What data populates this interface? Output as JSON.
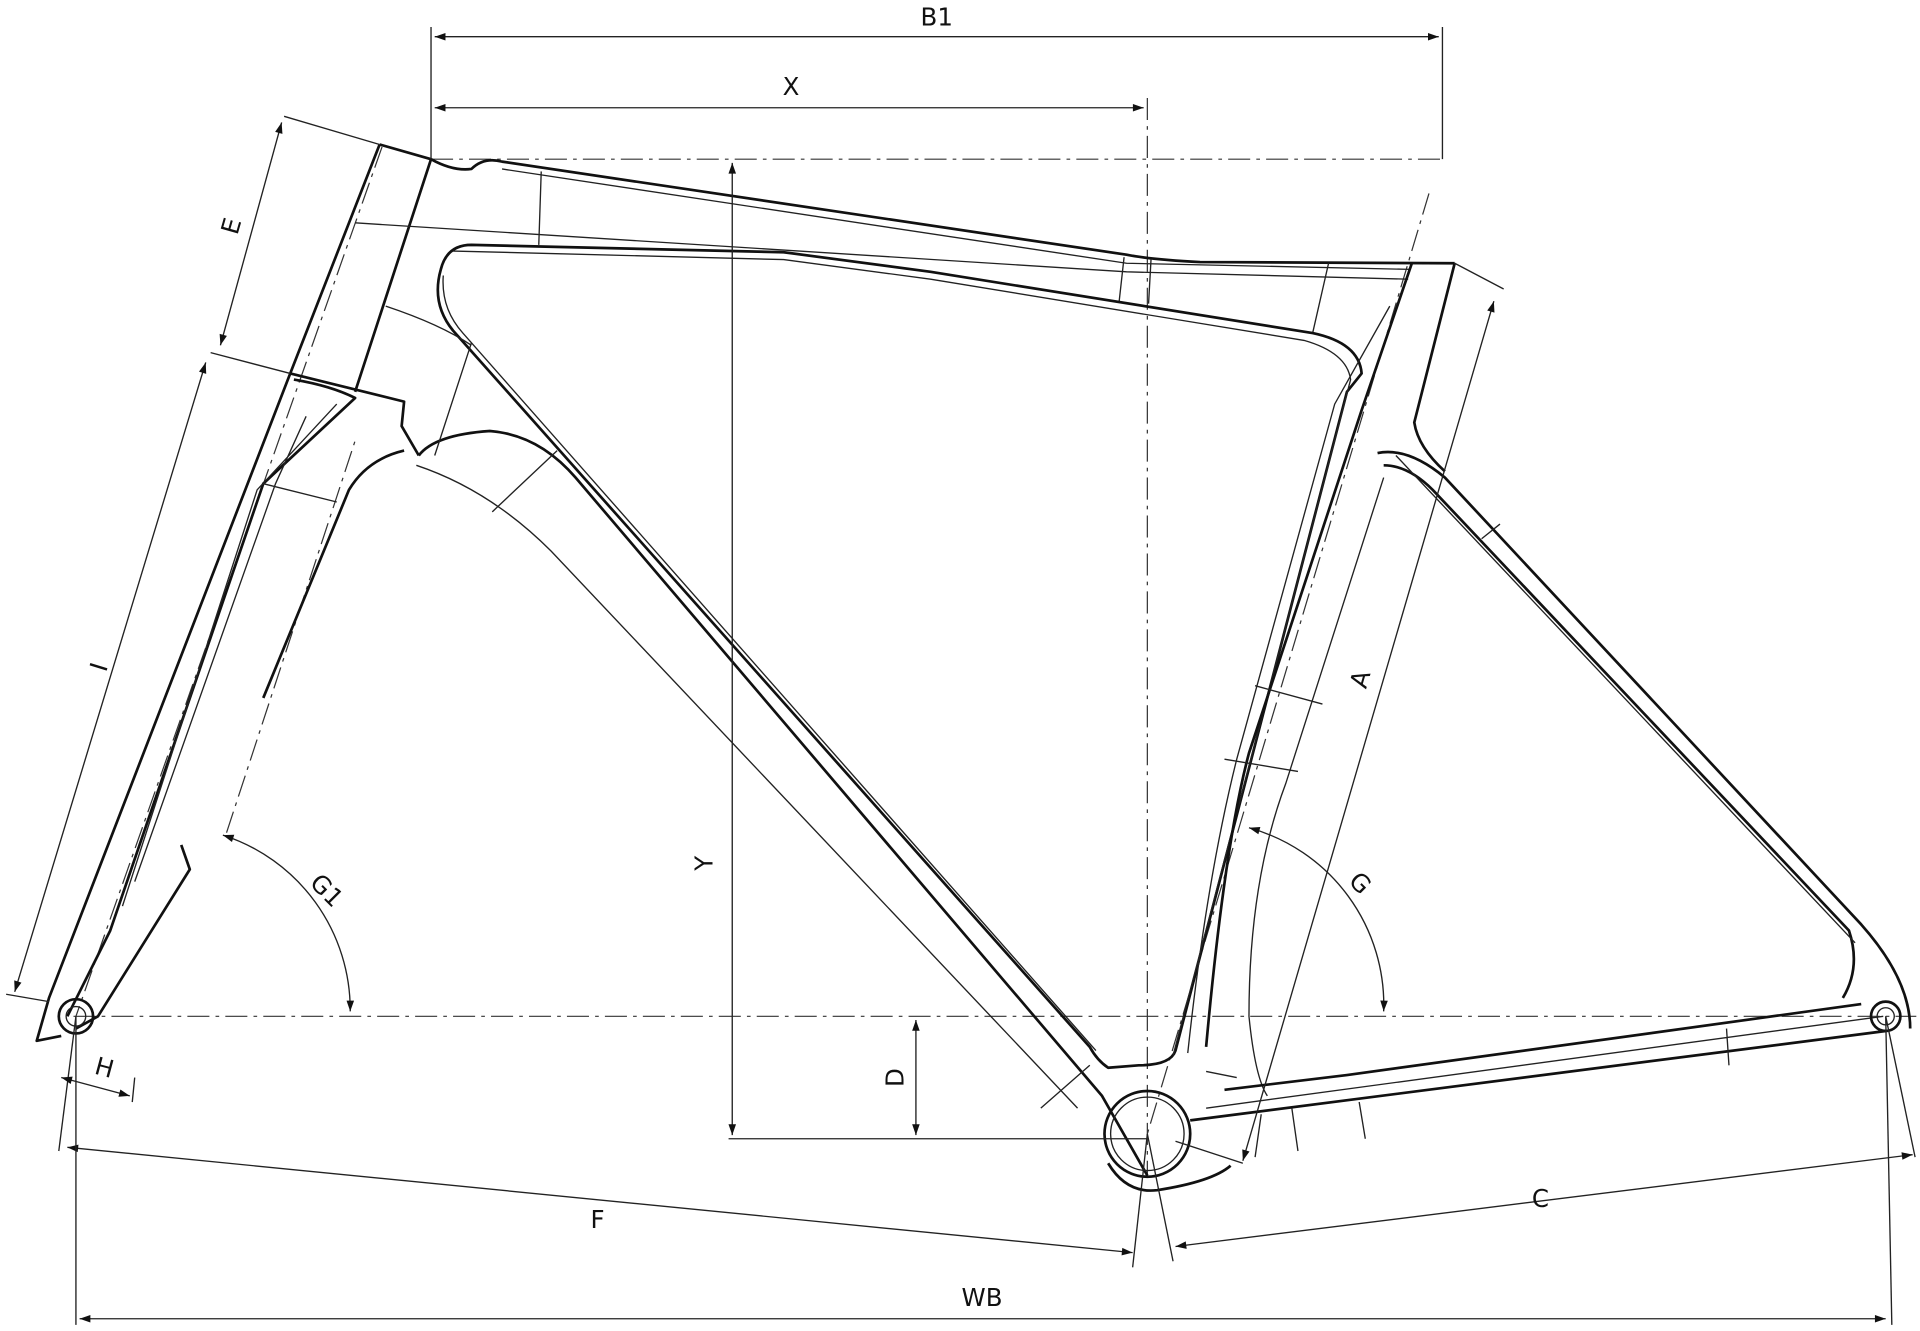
{
  "title": "Bicycle frame geometry diagram",
  "dimensions": {
    "B1": "B1",
    "X": "X",
    "E": "E",
    "I": "I",
    "A": "A",
    "Y": "Y",
    "D": "D",
    "G1": "G1",
    "G": "G",
    "H": "H",
    "F": "F",
    "C": "C",
    "WB": "WB"
  },
  "colors": {
    "line": "#111111",
    "background": "#ffffff"
  }
}
